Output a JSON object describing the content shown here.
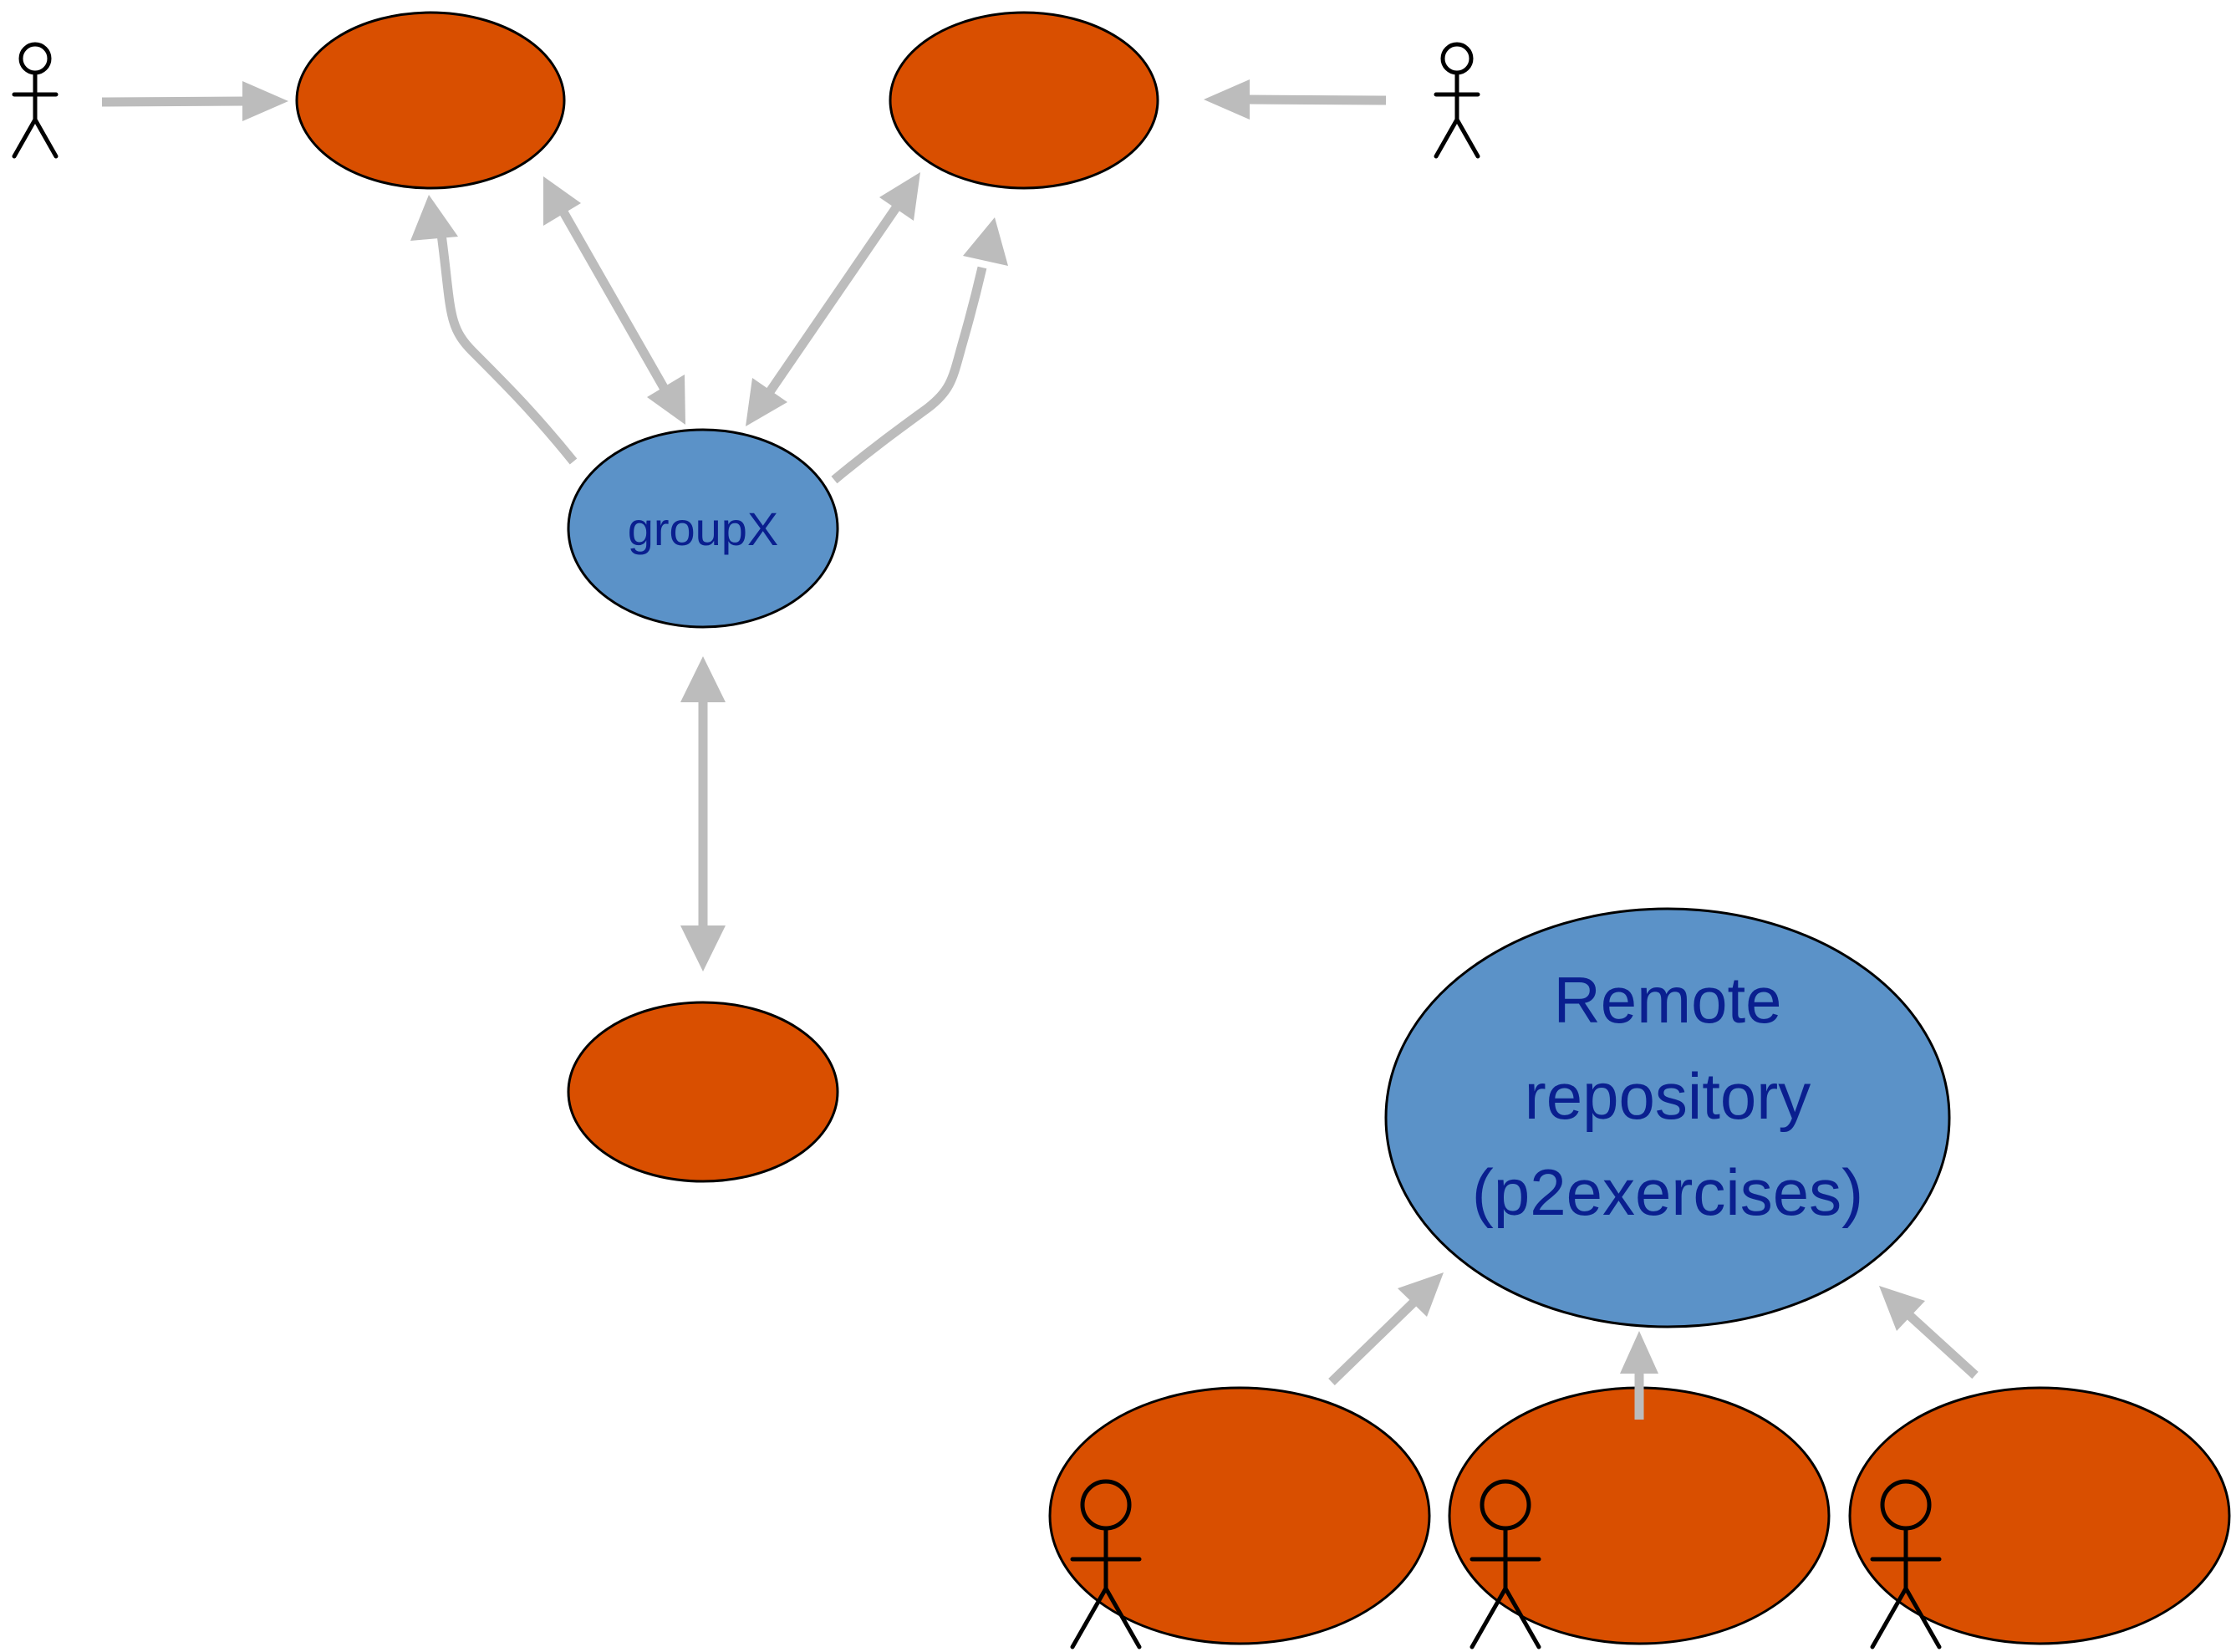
{
  "diagram": {
    "colors": {
      "orange_node": "#d94f00",
      "blue_node": "#5b92c8",
      "label_text": "#0a1f8f",
      "arrow": "#bcbcbc",
      "outline": "#000000",
      "background": "#ffffff"
    },
    "nodes": {
      "group_hub": {
        "label": "groupX",
        "color": "blue"
      },
      "remote_repository": {
        "label_lines": [
          "Remote",
          "repository",
          "(p2exercises)"
        ],
        "color": "blue"
      },
      "top_left_repo": {
        "label": "",
        "color": "orange"
      },
      "top_right_repo": {
        "label": "",
        "color": "orange"
      },
      "bottom_repo": {
        "label": "",
        "color": "orange"
      },
      "student_repo_1": {
        "label": "",
        "color": "orange"
      },
      "student_repo_2": {
        "label": "",
        "color": "orange"
      },
      "student_repo_3": {
        "label": "",
        "color": "orange"
      }
    },
    "icons": {
      "actor": "stick-figure-user-icon"
    }
  }
}
